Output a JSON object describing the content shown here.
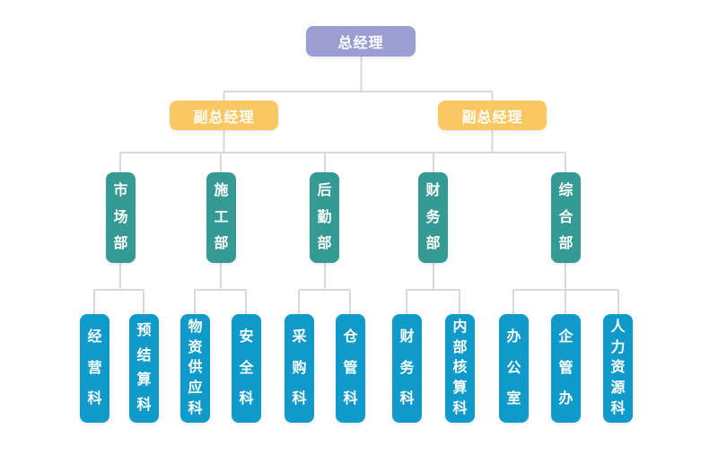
{
  "org_chart": {
    "root": {
      "label": "总经理"
    },
    "deputies": [
      {
        "label": "副总经理"
      },
      {
        "label": "副总经理"
      }
    ],
    "departments": [
      {
        "label": "市场部",
        "sections": [
          {
            "label": "经营科"
          },
          {
            "label": "预结算科"
          }
        ]
      },
      {
        "label": "施工部",
        "sections": [
          {
            "label": "物资供应科"
          },
          {
            "label": "安全科"
          }
        ]
      },
      {
        "label": "后勤部",
        "sections": [
          {
            "label": "采购科"
          },
          {
            "label": "仓管科"
          }
        ]
      },
      {
        "label": "财务部",
        "sections": [
          {
            "label": "财务科"
          },
          {
            "label": "内部核算科"
          }
        ]
      },
      {
        "label": "综合部",
        "sections": [
          {
            "label": "办公室"
          },
          {
            "label": "企管办"
          },
          {
            "label": "人力资源科"
          }
        ]
      }
    ],
    "colors": {
      "root_bg": "#9a9ed3",
      "deputy_bg": "#fac862",
      "department_bg": "#359a93",
      "section_bg": "#0f9ac9",
      "connector": "#d9d9d9",
      "text": "#ffffff",
      "background": "#ffffff"
    }
  }
}
